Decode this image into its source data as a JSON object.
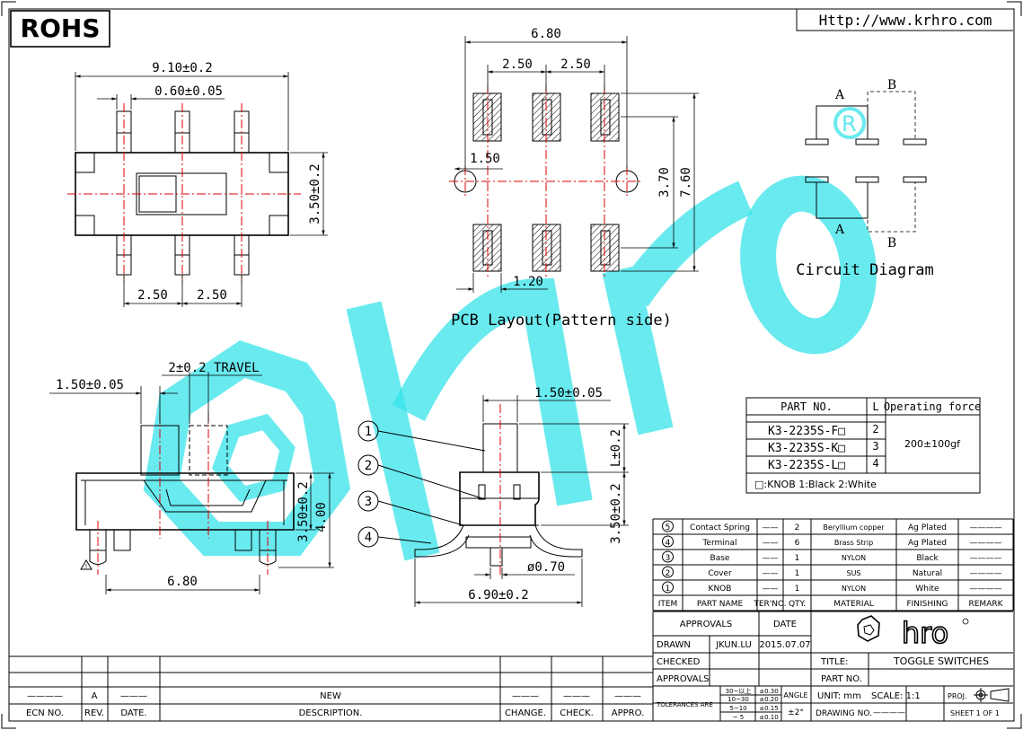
{
  "rohs": "ROHS",
  "url": "Http://www.krhro.com",
  "top_view": {
    "width": "9.10±0.2",
    "pin_width": "0.60±0.05",
    "height": "3.50±0.2",
    "pitch_left": "2.50",
    "pitch_right": "2.50"
  },
  "pcb": {
    "width": "6.80",
    "pitch_left": "2.50",
    "pitch_right": "2.50",
    "hole": "1.50",
    "inner": "3.70",
    "outer": "7.60",
    "pad": "1.20",
    "caption": "PCB Layout(Pattern side)"
  },
  "circuit": {
    "label_a_top": "A",
    "label_b_top": "B",
    "label_a_bottom": "A",
    "label_b_bottom": "B",
    "caption": "Circuit Diagram"
  },
  "front_view": {
    "knob": "1.50±0.05",
    "travel": "2±0.2 TRAVEL",
    "body": "3.50±0.2",
    "total": "4.00",
    "pitch": "6.80"
  },
  "side_view": {
    "knob": "1.50±0.05",
    "knob_height": "L±0.2",
    "body": "3.50±0.2",
    "pin_dia": "ø0.70",
    "width": "6.90±0.2",
    "callouts": [
      "1",
      "2",
      "3",
      "4"
    ]
  },
  "part_table": {
    "headers": [
      "PART NO.",
      "L",
      "Operating force"
    ],
    "rows": [
      {
        "part": "K3-2235S-F□",
        "l": "2"
      },
      {
        "part": "K3-2235S-K□",
        "l": "3"
      },
      {
        "part": "K3-2235S-L□",
        "l": "4"
      }
    ],
    "force": "200±100gf",
    "knob_note": "□:KNOB   1:Black  2:White"
  },
  "bom": {
    "rows": [
      {
        "item": "5",
        "name": "Contact Spring",
        "ter": "——",
        "qty": "2",
        "material": "Beryllium copper",
        "finishing": "Ag Plated",
        "remark": "————"
      },
      {
        "item": "4",
        "name": "Terminal",
        "ter": "——",
        "qty": "6",
        "material": "Brass Strip",
        "finishing": "Ag Plated",
        "remark": "————"
      },
      {
        "item": "3",
        "name": "Base",
        "ter": "——",
        "qty": "1",
        "material": "NYLON",
        "finishing": "Black",
        "remark": "————"
      },
      {
        "item": "2",
        "name": "Cover",
        "ter": "——",
        "qty": "1",
        "material": "SUS",
        "finishing": "Natural",
        "remark": "————"
      },
      {
        "item": "1",
        "name": "KNOB",
        "ter": "——",
        "qty": "1",
        "material": "NYLON",
        "finishing": "White",
        "remark": "————"
      }
    ],
    "headers": [
      "ITEM",
      "PART NAME",
      "TER'NO.",
      "QTY.",
      "MATERIAL",
      "FINISHING",
      "REMARK"
    ]
  },
  "title_block": {
    "approvals": "APPROVALS",
    "date": "DATE",
    "drawn": "DRAWN",
    "drawn_by": "JKUN.LU",
    "drawn_date": "2015.07.07",
    "checked": "CHECKED",
    "approvals2": "APPROVALS",
    "title_label": "TITLE:",
    "title_value": "TOGGLE SWITCHES",
    "part_no_label": "PART NO.",
    "tolerances": "TOLERANCES ARE",
    "tol_ranges": [
      "30~以上",
      "10~30",
      "5~10",
      "~ 5"
    ],
    "tol_values": [
      "±0.30",
      "±0.20",
      "±0.15",
      "±0.10"
    ],
    "angle": "ANGLE",
    "angle_value": "±2°",
    "unit": "UNIT:  mm",
    "scale": "SCALE:   1:1",
    "proj": "PROJ.",
    "drawing_no": "DRAWING NO.",
    "drawing_no_value": "————",
    "sheet": "SHEET   1  OF  1",
    "logo": "hro"
  },
  "revision": {
    "rev": "A",
    "description": "NEW",
    "headers": [
      "ECN NO.",
      "REV.",
      "DATE.",
      "DESCRIPTION.",
      "CHANGE.",
      "CHECK.",
      "APPRO."
    ]
  }
}
